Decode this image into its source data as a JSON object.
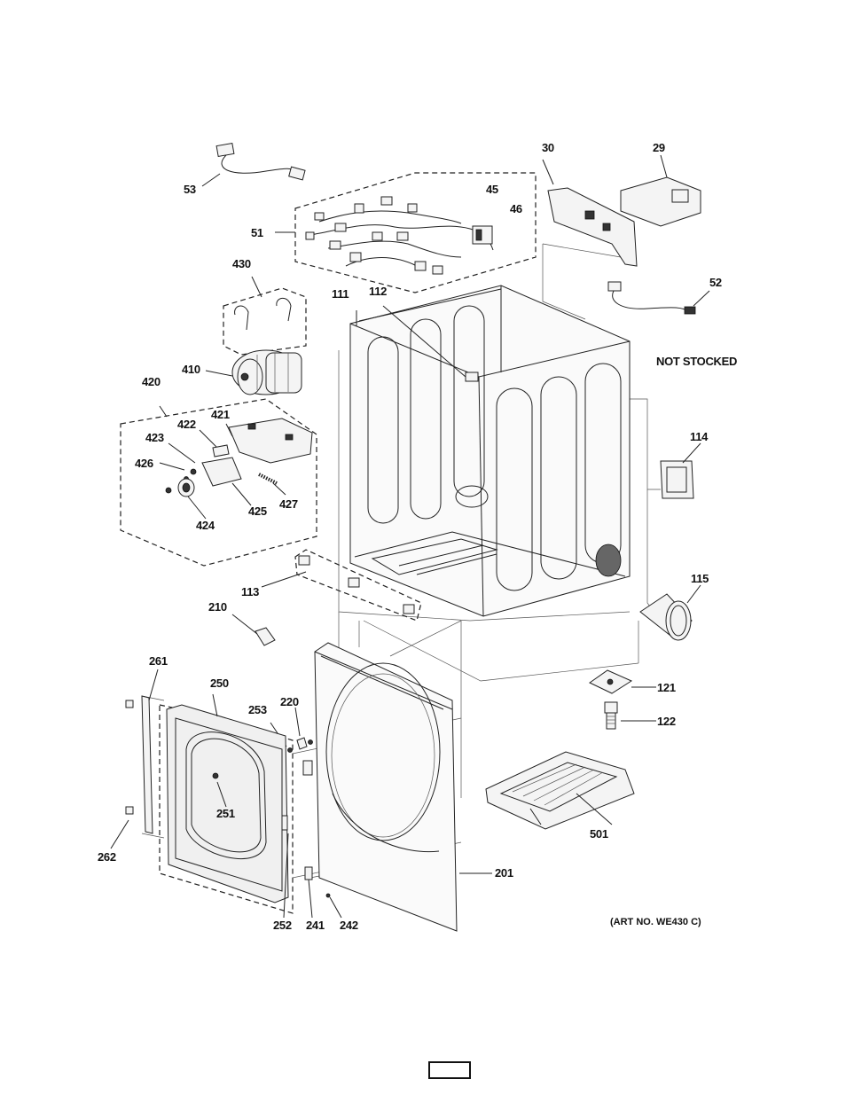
{
  "diagram": {
    "callouts": [
      {
        "id": "53",
        "text": "53"
      },
      {
        "id": "51",
        "text": "51"
      },
      {
        "id": "45",
        "text": "45"
      },
      {
        "id": "46",
        "text": "46"
      },
      {
        "id": "30",
        "text": "30"
      },
      {
        "id": "29",
        "text": "29"
      },
      {
        "id": "52",
        "text": "52"
      },
      {
        "id": "430",
        "text": "430"
      },
      {
        "id": "111",
        "text": "111"
      },
      {
        "id": "112",
        "text": "112"
      },
      {
        "id": "not-stocked",
        "text": "NOT STOCKED"
      },
      {
        "id": "410",
        "text": "410"
      },
      {
        "id": "420",
        "text": "420"
      },
      {
        "id": "421",
        "text": "421"
      },
      {
        "id": "422",
        "text": "422"
      },
      {
        "id": "423",
        "text": "423"
      },
      {
        "id": "426",
        "text": "426"
      },
      {
        "id": "427",
        "text": "427"
      },
      {
        "id": "425",
        "text": "425"
      },
      {
        "id": "424",
        "text": "424"
      },
      {
        "id": "114",
        "text": "114"
      },
      {
        "id": "115",
        "text": "115"
      },
      {
        "id": "113",
        "text": "113"
      },
      {
        "id": "210",
        "text": "210"
      },
      {
        "id": "261",
        "text": "261"
      },
      {
        "id": "250",
        "text": "250"
      },
      {
        "id": "253",
        "text": "253"
      },
      {
        "id": "220",
        "text": "220"
      },
      {
        "id": "121",
        "text": "121"
      },
      {
        "id": "122",
        "text": "122"
      },
      {
        "id": "251",
        "text": "251"
      },
      {
        "id": "262",
        "text": "262"
      },
      {
        "id": "501",
        "text": "501"
      },
      {
        "id": "201",
        "text": "201"
      },
      {
        "id": "252",
        "text": "252"
      },
      {
        "id": "241",
        "text": "241"
      },
      {
        "id": "242",
        "text": "242"
      }
    ],
    "art_number": "(ART NO. WE430 C)",
    "page_number": ""
  }
}
